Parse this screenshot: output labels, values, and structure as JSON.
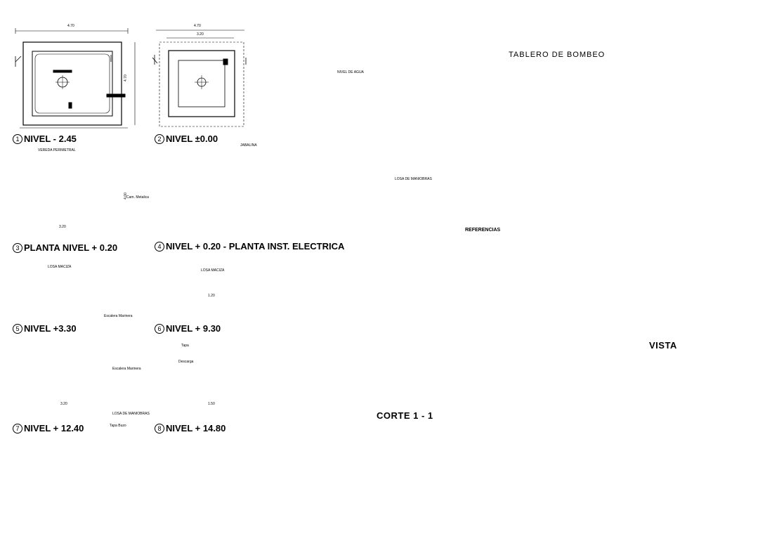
{
  "titles": {
    "nivel_m245": "NIVEL - 2.45",
    "nivel_000": "NIVEL ±0.00",
    "planta_020": "PLANTA NIVEL + 0.20",
    "planta_inst": "NIVEL + 0.20 - PLANTA INST. ELECTRICA",
    "nivel_330": "NIVEL +3.30",
    "nivel_930": "NIVEL + 9.30",
    "nivel_1240": "NIVEL + 12.40",
    "nivel_1480": "NIVEL + 14.80",
    "corte": "CORTE 1 - 1",
    "tablero": "TABLERO DE BOMBEO",
    "vista": "VISTA",
    "referencias": "REFERENCIAS"
  },
  "numbers": {
    "n1": "1",
    "n2": "2",
    "n3": "3",
    "n4": "4",
    "n5": "5",
    "n6": "6",
    "n7": "7",
    "n8": "8"
  },
  "dims": {
    "d470": "4.70",
    "d320": "3.20",
    "d400": "4.00",
    "d150": "1.50",
    "d120": "1.20"
  },
  "labels": {
    "vereda": "VEREDA PERIMETRAL",
    "losa_maciza": "LOSA MACIZA",
    "losa_maniobras": "LOSA DE MANIOBRAS",
    "escalera_marinera": "Escalera Marinera",
    "nivel_agua": "NIVEL DE AGUA",
    "jabalina": "JABALINA",
    "tapa_buzo": "Tapa Buzo",
    "tapa": "Tapa",
    "descarga": "Descarga",
    "cam_metalica": "Cam. Metalica"
  },
  "colors": {
    "ink": "#000000",
    "accent_cyan": "#00b4c8",
    "accent_yellow": "#e8d400",
    "paper": "#ffffff"
  }
}
